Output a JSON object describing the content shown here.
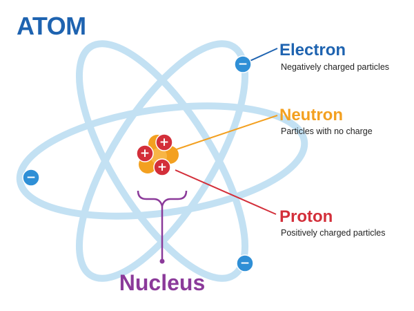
{
  "title": "ATOM",
  "colors": {
    "title": "#1e63b0",
    "orbit": "#c3e1f3",
    "electron": "#2f8fd6",
    "neutron": "#f3a020",
    "proton": "#d32f3a",
    "nucleus": "#8b3a9a"
  },
  "electron": {
    "label": "Electron",
    "description": "Negatively charged particles",
    "symbol": "−"
  },
  "neutron": {
    "label": "Neutron",
    "description": "Particles with no charge"
  },
  "proton": {
    "label": "Proton",
    "description": "Positively charged particles",
    "symbol": "+"
  },
  "nucleus": {
    "label": "Nucleus"
  }
}
